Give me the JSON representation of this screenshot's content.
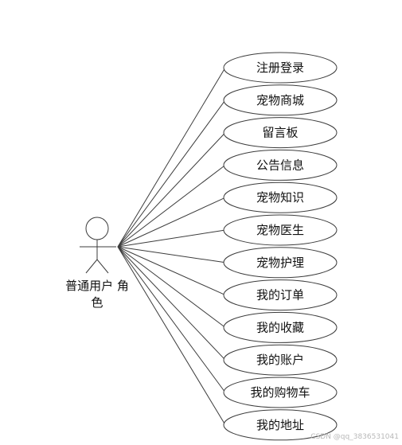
{
  "actor": {
    "label_lines": [
      "普通用户 角",
      "色"
    ]
  },
  "use_cases": [
    "注册登录",
    "宠物商城",
    "留言板",
    "公告信息",
    "宠物知识",
    "宠物医生",
    "宠物护理",
    "我的订单",
    "我的收藏",
    "我的账户",
    "我的购物车",
    "我的地址"
  ],
  "watermark": "CSDN @qq_3836531041",
  "colors": {
    "stroke": "#3c3c3c",
    "text": "#111111",
    "watermark": "#b8b8b8"
  }
}
